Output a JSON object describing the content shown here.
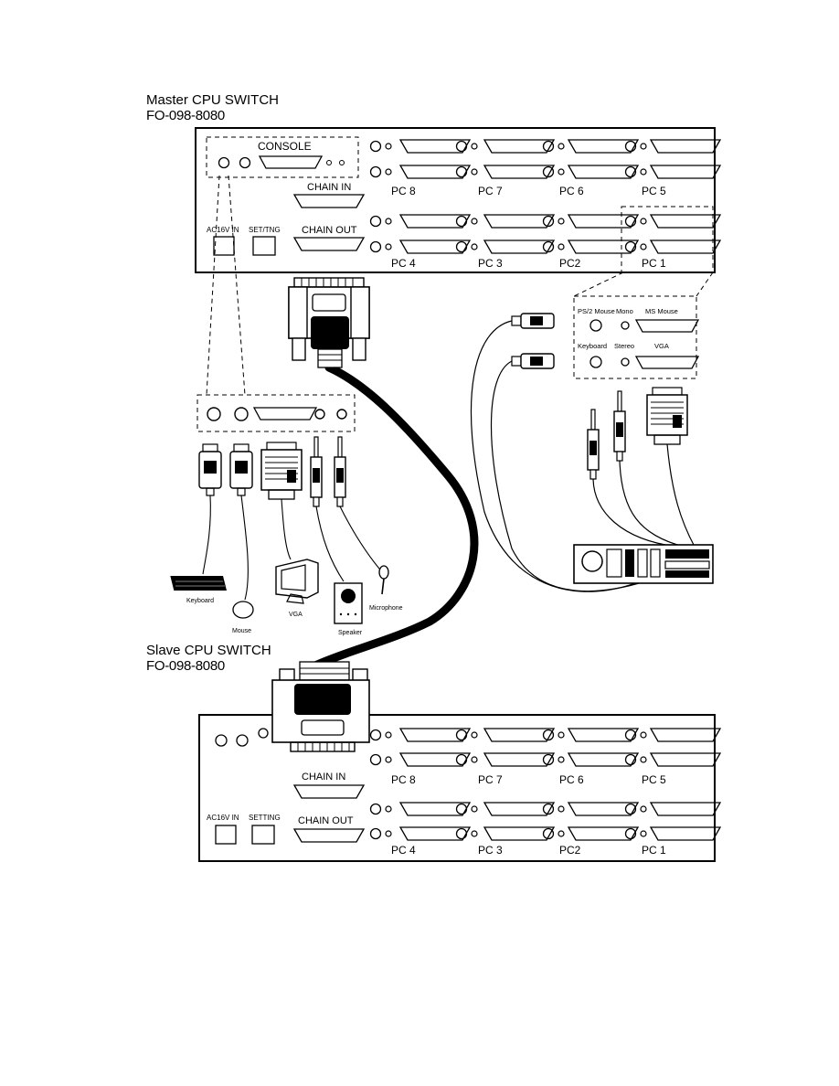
{
  "master": {
    "title": "Master CPU SWITCH",
    "model": "FO-098-8080",
    "console_label": "CONSOLE",
    "chain_in_label": "CHAIN IN",
    "chain_out_label": "CHAIN OUT",
    "power_label": "AC16V IN",
    "setting_label": "SET/TNG",
    "port_labels": [
      "PC 8",
      "PC 7",
      "PC 6",
      "PC 5",
      "PC 4",
      "PC 3",
      "PC2",
      "PC 1"
    ]
  },
  "slave": {
    "title": "Slave CPU SWITCH",
    "model": "FO-098-8080",
    "chain_in_label": "CHAIN IN",
    "chain_out_label": "CHAIN OUT",
    "power_label": "AC16V IN",
    "setting_label": "SETTING",
    "port_labels": [
      "PC 8",
      "PC 7",
      "PC 6",
      "PC 5",
      "PC 4",
      "PC 3",
      "PC2",
      "PC 1"
    ]
  },
  "pc1_detail": {
    "ps2_mouse": "PS/2 Mouse",
    "mono": "Mono",
    "ms_mouse": "MS Mouse",
    "keyboard": "Keyboard",
    "stereo": "Stereo",
    "vga": "VGA"
  },
  "peripherals": {
    "keyboard": "Keyboard",
    "mouse": "Mouse",
    "vga": "VGA",
    "speaker": "Speaker",
    "microphone": "Microphone"
  }
}
